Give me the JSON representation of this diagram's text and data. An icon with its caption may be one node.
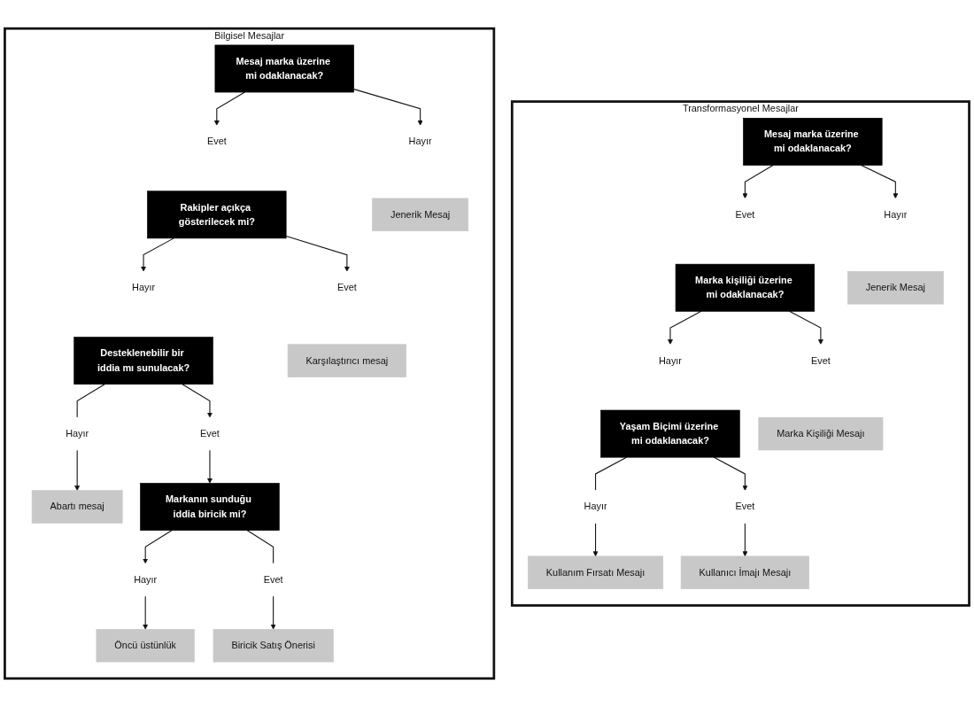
{
  "diagram": {
    "nodes": [
      {
        "text": [
          "Transformasyonel Mesajlar"
        ]
      },
      {
        "text": [
          "Mesaj marka üzerine mi odaklanacak?"
        ],
        "in": 0
      },
      {
        "text": [
          "Hayır"
        ],
        "in": 0
      },
      {
        "text": [
          "Evet"
        ],
        "in": 0
      },
      {
        "text": [
          "Jenerik Mesaj"
        ],
        "in": 0
      },
      {
        "text": [
          "Marka kişiliği üzerine mi odaklanacak?"
        ],
        "in": 0
      },
      {
        "text": [
          "Hayır"
        ],
        "in": 0
      },
      {
        "text": [
          "Evet"
        ],
        "in": 0
      },
      {
        "text": [
          "Yaşam Biçimi üzerine mi odaklanacak?"
        ],
        "in": 0
      },
      {
        "text": [
          "Marka Kişiliği Mesajı"
        ],
        "in": 0
      },
      {
        "text": [
          "Hayır"
        ],
        "in": 0
      },
      {
        "text": [
          "Evet"
        ],
        "in": 0
      },
      {
        "text": [
          "Kullanım Fırsatı Mesajı"
        ],
        "in": 0
      },
      {
        "text": [
          "Kullanıcı İmajı Mesajı"
        ],
        "in": 0
      },
      {
        "text": [
          "Bilgisel Mesajlar"
        ]
      },
      {
        "text": [
          "Mesaj marka üzerine mi odaklanacak?"
        ],
        "in": 14
      },
      {
        "text": [
          "Hayır"
        ],
        "in": 14
      },
      {
        "text": [
          "Evet"
        ],
        "in": 14
      },
      {
        "text": [
          "Jenerik Mesaj"
        ],
        "in": 14
      },
      {
        "text": [
          "Rakipler açıkça gösterilecek mi?"
        ],
        "in": 14
      },
      {
        "text": [
          "Hayır"
        ],
        "in": 14
      },
      {
        "text": [
          "Evet"
        ],
        "in": 14
      },
      {
        "text": [
          "Desteklenebilir bir iddia mı sunulacak?"
        ],
        "in": 14
      },
      {
        "text": [
          "Karşılaştırıcı mesaj"
        ],
        "in": 14
      },
      {
        "text": [
          "Hayır"
        ],
        "in": 14
      },
      {
        "text": [
          "Evet"
        ],
        "in": 14
      },
      {
        "text": [
          "Abartı mesaj"
        ],
        "in": 14
      },
      {
        "text": [
          "Markanın sunduğu iddia biricik mi?"
        ],
        "in": 14
      },
      {
        "text": [
          "Hayır"
        ],
        "in": 14
      },
      {
        "text": [
          "Evet"
        ],
        "in": 14
      },
      {
        "text": [
          "Öncü üstünlük"
        ],
        "in": 14
      },
      {
        "text": [
          "Biricik Satış Önerisi"
        ],
        "in": 14
      }
    ],
    "edges": [
      {
        "from": 1,
        "to": 2,
        "arrow": "to"
      },
      {
        "from": 1,
        "to": 3,
        "arrow": "to"
      },
      {
        "from": 5,
        "to": 6,
        "arrow": "to"
      },
      {
        "from": 5,
        "to": 7,
        "arrow": "to"
      },
      {
        "from": 8,
        "to": 10,
        "arrow": "none"
      },
      {
        "from": 8,
        "to": 11,
        "arrow": "to"
      },
      {
        "from": 10,
        "to": 12,
        "arrow": "to"
      },
      {
        "from": 11,
        "to": 13,
        "arrow": "to"
      },
      {
        "from": 15,
        "to": 16,
        "arrow": "to"
      },
      {
        "from": 15,
        "to": 17,
        "arrow": "to"
      },
      {
        "from": 19,
        "to": 20,
        "arrow": "to"
      },
      {
        "from": 19,
        "to": 21,
        "arrow": "to"
      },
      {
        "from": 22,
        "to": 24,
        "arrow": "none"
      },
      {
        "from": 22,
        "to": 25,
        "arrow": "to"
      },
      {
        "from": 24,
        "to": 26,
        "arrow": "to"
      },
      {
        "from": 25,
        "to": 27,
        "arrow": "to"
      },
      {
        "from": 27,
        "to": 28,
        "arrow": "to"
      },
      {
        "from": 27,
        "to": 29,
        "arrow": "none"
      },
      {
        "from": 28,
        "to": 30,
        "arrow": "to"
      },
      {
        "from": 29,
        "to": 31,
        "arrow": "to"
      }
    ]
  }
}
